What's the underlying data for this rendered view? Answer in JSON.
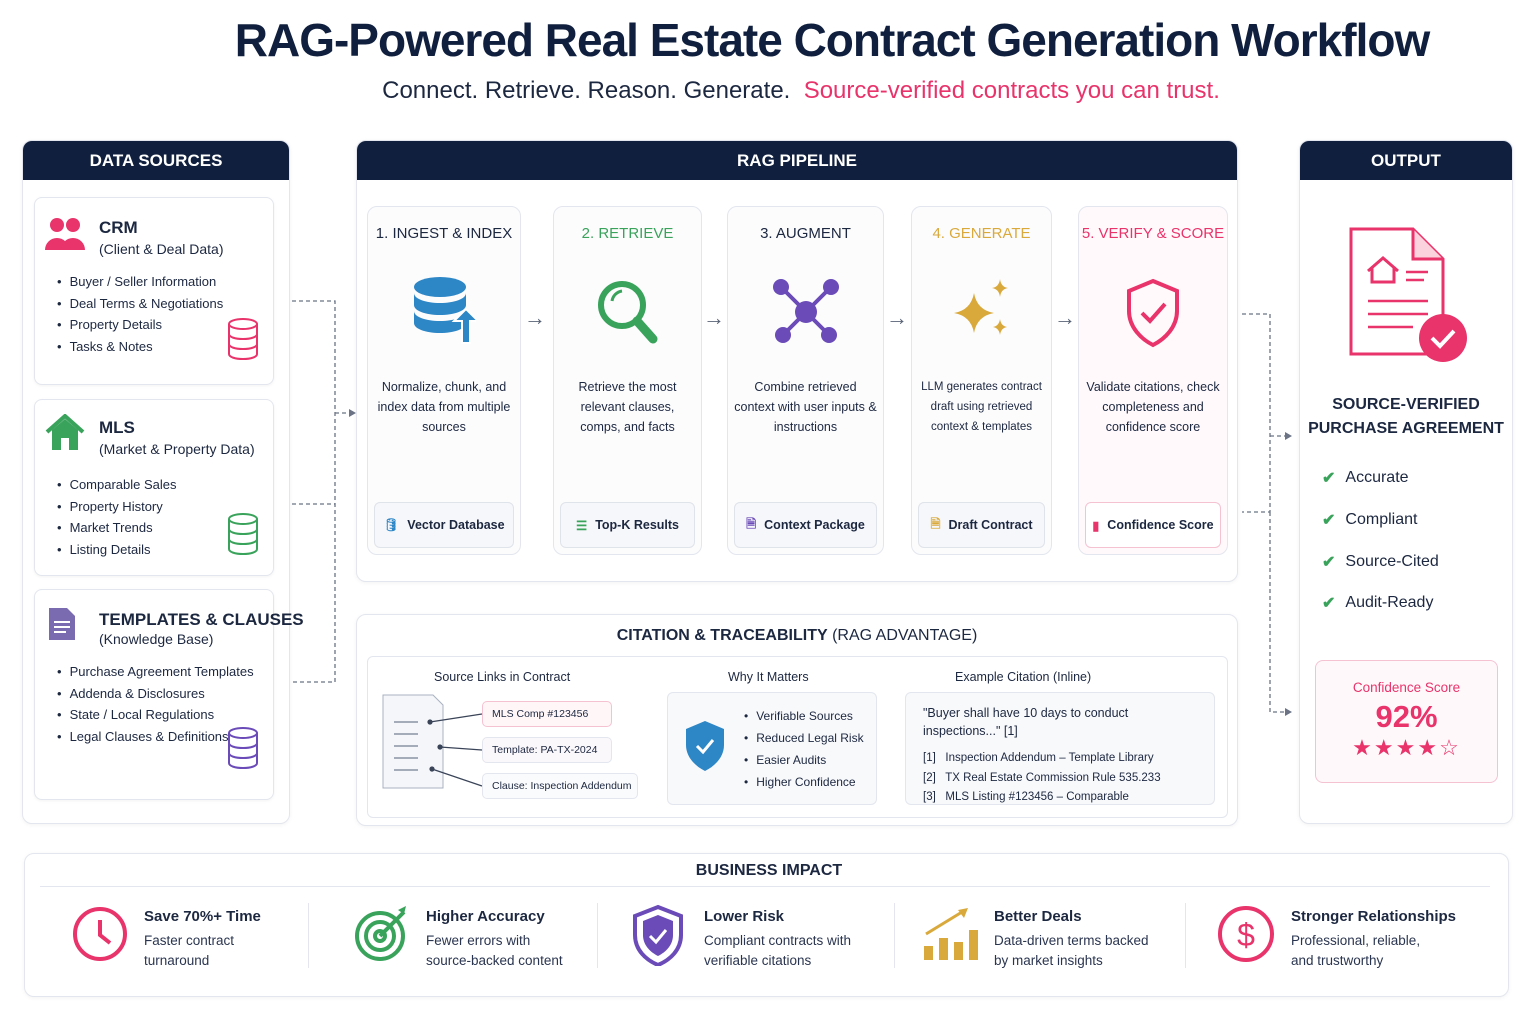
{
  "title": "RAG-Powered Real Estate Contract Generation Workflow",
  "subtitle": {
    "main": "Connect. Retrieve. Reason. Generate.",
    "accent": "Source-verified contracts you can trust."
  },
  "colors": {
    "navy": "#0f1f3d",
    "pink": "#e8336b",
    "green": "#3aa35b",
    "blue": "#2d86c6",
    "purple": "#6a4bb8",
    "gold": "#d9a93c"
  },
  "data_sources": {
    "header": "DATA SOURCES",
    "cards": [
      {
        "title": "CRM",
        "sub": "(Client & Deal Data)",
        "icon": "users-icon",
        "items": [
          "Buyer / Seller Information",
          "Deal Terms & Negotiations",
          "Property Details",
          "Tasks & Notes"
        ]
      },
      {
        "title": "MLS",
        "sub": "(Market & Property Data)",
        "icon": "house-icon",
        "items": [
          "Comparable Sales",
          "Property History",
          "Market Trends",
          "Listing Details"
        ]
      },
      {
        "title": "TEMPLATES & CLAUSES",
        "sub": "(Knowledge Base)",
        "icon": "document-icon",
        "items": [
          "Purchase Agreement Templates",
          "Addenda & Disclosures",
          "State / Local Regulations",
          "Legal Clauses & Definitions"
        ]
      }
    ]
  },
  "pipeline": {
    "header": "RAG PIPELINE",
    "steps": [
      {
        "title": "1. INGEST & INDEX",
        "desc": "Normalize, chunk, and index data from multiple sources",
        "badge": "Vector Database",
        "icon": "database-upload-icon",
        "color": "#1c2740"
      },
      {
        "title": "2. RETRIEVE",
        "desc": "Retrieve the most relevant clauses, comps, and facts",
        "badge": "Top-K Results",
        "icon": "magnifier-icon",
        "color": "#3aa35b"
      },
      {
        "title": "3. AUGMENT",
        "desc": "Combine retrieved context with user inputs & instructions",
        "badge": "Context Package",
        "icon": "network-icon",
        "color": "#1c2740"
      },
      {
        "title": "4. GENERATE",
        "desc": "LLM generates contract draft using retrieved context & templates",
        "badge": "Draft Contract",
        "icon": "sparkles-icon",
        "color": "#d9a93c"
      },
      {
        "title": "5. VERIFY & SCORE",
        "desc": "Validate citations, check completeness and confidence score",
        "badge": "Confidence Score",
        "icon": "shield-check-icon",
        "color": "#e8336b"
      }
    ]
  },
  "citation": {
    "title_bold": "CITATION & TRACEABILITY",
    "title_rest": "(RAG ADVANTAGE)",
    "source_links": {
      "heading": "Source Links in Contract",
      "items": [
        "MLS Comp #123456",
        "Template: PA-TX-2024",
        "Clause: Inspection Addendum"
      ]
    },
    "why": {
      "heading": "Why It Matters",
      "items": [
        "Verifiable Sources",
        "Reduced Legal Risk",
        "Easier Audits",
        "Higher Confidence"
      ]
    },
    "example": {
      "heading": "Example Citation (Inline)",
      "quote": "\"Buyer shall have 10 days to conduct inspections...\" [1]",
      "refs": [
        {
          "n": "[1]",
          "t": "Inspection Addendum – Template Library"
        },
        {
          "n": "[2]",
          "t": "TX Real Estate Commission Rule 535.233"
        },
        {
          "n": "[3]",
          "t": "MLS Listing #123456 – Comparable"
        }
      ]
    }
  },
  "output": {
    "header": "OUTPUT",
    "title": "SOURCE-VERIFIED PURCHASE AGREEMENT",
    "checks": [
      "Accurate",
      "Compliant",
      "Source-Cited",
      "Audit-Ready"
    ],
    "confidence_label": "Confidence Score",
    "confidence_value": "92%",
    "stars": 4,
    "stars_max": 5
  },
  "impact": {
    "header": "BUSINESS IMPACT",
    "items": [
      {
        "title": "Save 70%+ Time",
        "desc": "Faster contract turnaround",
        "icon": "clock-icon",
        "color": "#e8336b"
      },
      {
        "title": "Higher Accuracy",
        "desc": "Fewer errors with source-backed content",
        "icon": "target-icon",
        "color": "#3aa35b"
      },
      {
        "title": "Lower Risk",
        "desc": "Compliant contracts with verifiable citations",
        "icon": "shield-check-icon",
        "color": "#6a4bb8"
      },
      {
        "title": "Better Deals",
        "desc": "Data-driven terms backed by market insights",
        "icon": "bar-chart-growth-icon",
        "color": "#d9a93c"
      },
      {
        "title": "Stronger Relationships",
        "desc": "Professional, reliable, and trustworthy",
        "icon": "dollar-icon",
        "color": "#e8336b"
      }
    ]
  }
}
